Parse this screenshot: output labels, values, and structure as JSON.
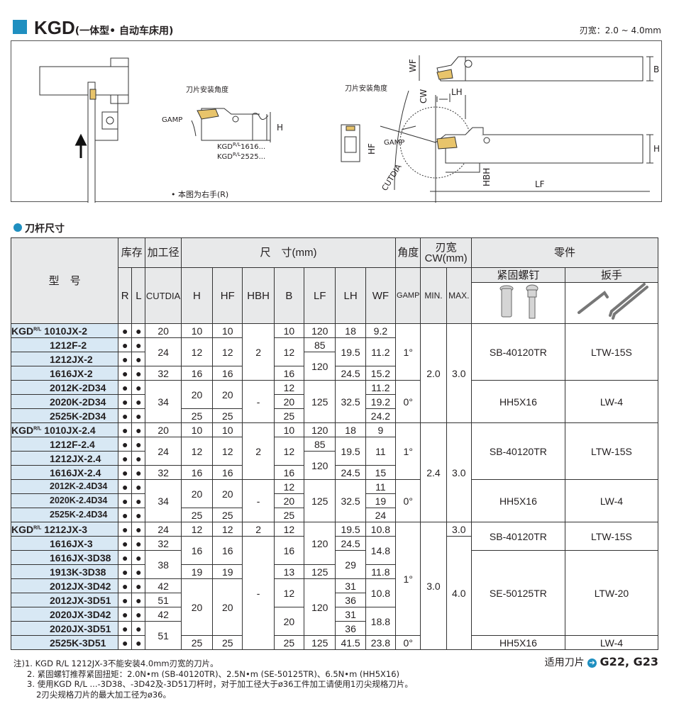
{
  "header": {
    "code": "KGD",
    "subtitle": "(一体型• 自动车床用)",
    "blade_width": "刃宽：2.0 ~ 4.0mm"
  },
  "diagram": {
    "angle_label": "刀片安装角度",
    "angle_label2": "刀片安装角度",
    "gamp": "GAMP",
    "gamp2": "GAMP",
    "models_1": "KGD",
    "models_1_sup": "R/L",
    "models_1_rest": "1616...",
    "models_2": "KGD",
    "models_2_sup": "R/L",
    "models_2_rest": "2525...",
    "h": "H",
    "h2": "H",
    "b": "B",
    "wf": "WF",
    "cw": "CW",
    "lh": "LH",
    "hf": "HF",
    "hbh": "HBH",
    "lf": "LF",
    "cutdia": "CUTDIA",
    "note": "• 本图为右手(R)",
    "colors": {
      "accent": "#1f8fc0",
      "insert": "#e8c46b",
      "header_bg": "#e8e9ea",
      "name_bg": "#d8e8f4"
    }
  },
  "section_title": "刀杆尺寸",
  "table": {
    "headers": {
      "model": "型　号",
      "stock": "库存",
      "cut_dia": "加工径",
      "dims": "尺　寸(mm)",
      "angle": "角度",
      "width": "刃宽CW(mm)",
      "parts": "零件",
      "screw": "紧固螺钉",
      "wrench": "扳手",
      "r": "R",
      "l": "L",
      "cutdia": "CUTDIA",
      "h": "H",
      "hf": "HF",
      "hbh": "HBH",
      "b": "B",
      "lf": "LF",
      "lh": "LH",
      "wf": "WF",
      "gamp": "GAMP",
      "min": "MIN.",
      "max": "MAX."
    },
    "prefix": "KGD",
    "prefix_sup": "R/L",
    "rows": [
      {
        "name": "1010JX-2",
        "cutdia": "20",
        "h": "10",
        "hf": "10",
        "b": "10",
        "lf": "120",
        "lh": "18",
        "wf": "9.2"
      },
      {
        "name": "1212F-2",
        "lf": "85"
      },
      {
        "name": "1212JX-2"
      },
      {
        "name": "1616JX-2",
        "cutdia": "32",
        "h": "16",
        "hf": "16",
        "b": "16",
        "lh": "24.5",
        "wf": "15.2"
      },
      {
        "name": "2012K-2D34",
        "b": "12",
        "wf": "11.2"
      },
      {
        "name": "2020K-2D34",
        "b": "20",
        "wf": "19.2"
      },
      {
        "name": "2525K-2D34",
        "h": "25",
        "hf": "25",
        "b": "25",
        "wf": "24.2"
      },
      {
        "name": "1010JX-2.4",
        "cutdia": "20",
        "h": "10",
        "hf": "10",
        "b": "10",
        "lf": "120",
        "lh": "18",
        "wf": "9"
      },
      {
        "name": "1212F-2.4",
        "lf": "85"
      },
      {
        "name": "1212JX-2.4"
      },
      {
        "name": "1616JX-2.4",
        "cutdia": "32",
        "h": "16",
        "hf": "16",
        "b": "16",
        "lh": "24.5",
        "wf": "15"
      },
      {
        "name": "2012K-2.4D34",
        "b": "12",
        "wf": "11"
      },
      {
        "name": "2020K-2.4D34",
        "b": "20",
        "wf": "19"
      },
      {
        "name": "2525K-2.4D34",
        "h": "25",
        "hf": "25",
        "b": "25",
        "wf": "24"
      },
      {
        "name": "1212JX-3",
        "cutdia": "24",
        "h": "12",
        "hf": "12",
        "hbh": "2",
        "b": "12",
        "lh": "19.5",
        "wf": "10.8"
      },
      {
        "name": "1616JX-3",
        "cutdia": "32",
        "lh": "24.5"
      },
      {
        "name": "1616JX-3D38"
      },
      {
        "name": "1913K-3D38",
        "h": "19",
        "hf": "19",
        "b": "13",
        "lf": "125",
        "wf": "11.8"
      },
      {
        "name": "2012JX-3D42",
        "cutdia": "42",
        "lh": "31"
      },
      {
        "name": "2012JX-3D51",
        "cutdia": "51",
        "lh": "36"
      },
      {
        "name": "2020JX-3D42",
        "cutdia": "42",
        "lh": "31"
      },
      {
        "name": "2020JX-3D51",
        "lh": "36"
      },
      {
        "name": "2525K-3D51",
        "h": "25",
        "hf": "25",
        "b": "25",
        "lf": "125",
        "lh": "41.5",
        "wf": "23.8",
        "gamp": "0°",
        "screw": "HH5X16",
        "wrench": "LW-4"
      }
    ],
    "dot": "●",
    "g1": {
      "cutdia_24": "24",
      "cutdia_34": "34",
      "h_12": "12",
      "hf_12": "12",
      "hbh_2": "2",
      "b_12": "12",
      "lf_120": "120",
      "lh_195": "19.5",
      "wf_112": "11.2",
      "h_20": "20",
      "hf_20": "20",
      "hbh_dash": "-",
      "lf_125": "125",
      "lh_325": "32.5",
      "gamp_1": "1°",
      "gamp_0": "0°",
      "min": "2.0",
      "max": "3.0",
      "screw_a": "SB-40120TR",
      "wrench_a": "LTW-15S",
      "screw_b": "HH5X16",
      "wrench_b": "LW-4"
    },
    "g2": {
      "cutdia_24": "24",
      "cutdia_34": "34",
      "h_12": "12",
      "hf_12": "12",
      "hbh_2": "2",
      "b_12": "12",
      "lf_120": "120",
      "lh_195": "19.5",
      "wf_11": "11",
      "h_20": "20",
      "hf_20": "20",
      "hbh_dash": "-",
      "lf_125": "125",
      "lh_325": "32.5",
      "gamp_1": "1°",
      "gamp_0": "0°",
      "min": "2.4",
      "max": "3.0",
      "screw_a": "SB-40120TR",
      "wrench_a": "LTW-15S",
      "screw_b": "HH5X16",
      "wrench_b": "LW-4"
    },
    "g3": {
      "cutdia_38": "38",
      "cutdia_51": "51",
      "h_16": "16",
      "hf_16": "16",
      "hbh_dash": "-",
      "b_16": "16",
      "lf_120": "120",
      "lf_120b": "120",
      "lh_29": "29",
      "wf_148": "14.8",
      "h_20": "20",
      "hf_20": "20",
      "b_12": "12",
      "b_20": "20",
      "wf_108": "10.8",
      "wf_188": "18.8",
      "gamp_1": "1°",
      "min": "3.0",
      "max_30": "3.0",
      "max_40": "4.0",
      "screw_a": "SB-40120TR",
      "wrench_a": "LTW-15S",
      "screw_b": "SE-50125TR",
      "wrench_b": "LTW-20"
    }
  },
  "notes": [
    "注)1. KGD R/L 1212JX-3不能安装4.0mm刃宽的刀片。",
    "2. 紧固螺钉推荐紧固扭矩：2.0N•m (SB-40120TR)、2.5N•m (SE-50125TR)、6.5N•m (HH5X16)",
    "3. 使用KGD R/L ...-3D38、-3D42及-3D51刀杆时，对于加工径大于ø36工件加工请使用1刃尖规格刀片。",
    "2刃尖规格刀片的最大加工径为ø36。"
  ],
  "applies": {
    "label": "适用刀片",
    "arrow": "➔",
    "refs": "G22, G23"
  }
}
